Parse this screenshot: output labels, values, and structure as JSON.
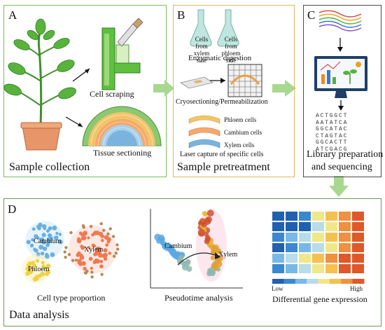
{
  "panelA": {
    "letter": "A",
    "title": "Sample collection",
    "cell_scraping": "Cell scraping",
    "tissue_sectioning": "Tissue sectioning"
  },
  "panelB": {
    "letter": "B",
    "title": "Sample pretreatment",
    "tube_left": "Cells from xylem side",
    "tube_right": "Cells from phloem side",
    "enzymatic": "Enzymatic digestion",
    "cryo": "Cryosectioning/Permeabilization",
    "legend": [
      "Phloem cells",
      "Cambium cells",
      "Xylem cells"
    ],
    "laser": "Laser capture of specific cells"
  },
  "panelC": {
    "letter": "C",
    "title_line1": "Library preparation",
    "title_line2": "and sequencing",
    "sequences": [
      "ACTGGCT",
      "AATATCA",
      "GGCATAC",
      "CTAGTAC",
      "GGCACTT",
      "ATCGACG"
    ]
  },
  "panelD": {
    "letter": "D",
    "title": "Data analysis",
    "clusters": [
      "Cambium",
      "Xylem",
      "Phloem"
    ],
    "cell_type_caption": "Cell type proportion",
    "pseudo_labels": [
      "Cambium",
      "Xylem"
    ],
    "pseudotime_caption": "Pseudotime analysis",
    "scale_low": "Low",
    "scale_high": "High",
    "deg_caption": "Differential gene expression"
  },
  "colors": {
    "panelA_border": "#7bbf5a",
    "panelB_border": "#e0b85a",
    "panelC_border": "#4a4a4a",
    "panelD_border": "#6a9a5a",
    "flow_arrow": "#a8d890",
    "phloem": "#f0c040",
    "cambium": "#f0a060",
    "xylem": "#6aaad8"
  }
}
